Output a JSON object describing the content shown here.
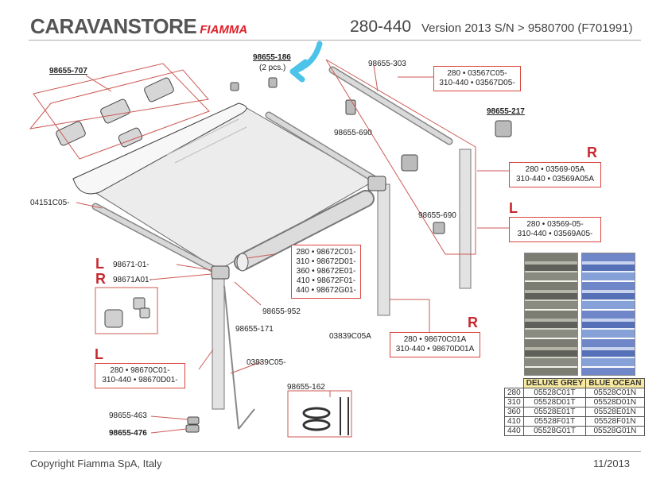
{
  "header": {
    "brand": "CARAVANSTORE",
    "brand2": "FIAMMA",
    "model": "280-440",
    "version": "Version 2013 S/N > 9580700 (F701991)"
  },
  "footer": {
    "copyright": "Copyright Fiamma SpA, Italy",
    "date": "11/2013"
  },
  "parts": {
    "p707": "98655-707",
    "p186": "98655-186",
    "p186_qty": "(2 pcs.)",
    "p303": "98655-303",
    "p217": "98655-217",
    "p690a": "98655-690",
    "p690b": "98655-690",
    "p04151": "04151C05-",
    "p98671": "98671-01-",
    "p98671A": "98671A01-",
    "p952": "98655-952",
    "p171": "98655-171",
    "p03839b": "03839C05-",
    "p03839a": "03839C05A",
    "p162": "98655-162",
    "p463": "98655-463",
    "p476": "98655-476"
  },
  "boxes": {
    "arm_top": [
      "280 • 03567C05-",
      "310-440 • 03567D05-"
    ],
    "leg_r": [
      "280 • 03569-05A",
      "310-440 • 03569A05A"
    ],
    "leg_l": [
      "280 • 03569-05-",
      "310-440 • 03569A05-"
    ],
    "fabric": [
      "280 • 98672C01-",
      "310 • 98672D01-",
      "360 • 98672E01-",
      "410 • 98672F01-",
      "440 • 98672G01-"
    ],
    "bracket_r": [
      "280 • 98670C01A",
      "310-440 • 98670D01A"
    ],
    "bracket_l": [
      "280 • 98670C01-",
      "310-440 • 98670D01-"
    ]
  },
  "side_labels": {
    "r_leg": "R",
    "l_leg": "L",
    "l_end": "L",
    "r_end": "R",
    "r_bracket": "R",
    "l_bracket": "L"
  },
  "fabric_table": {
    "headers": [
      "DELUXE GREY",
      "BLUE OCEAN"
    ],
    "rows": [
      [
        "280",
        "05528C01T",
        "05528C01N"
      ],
      [
        "310",
        "05528D01T",
        "05528D01N"
      ],
      [
        "360",
        "05528E01T",
        "05528E01N"
      ],
      [
        "410",
        "05528F01T",
        "05528F01N"
      ],
      [
        "440",
        "05528G01T",
        "05528G01N"
      ]
    ]
  },
  "colors": {
    "accent_red": "#c8282e",
    "box_border": "#d9473f",
    "arrow": "#4cc3e8"
  }
}
